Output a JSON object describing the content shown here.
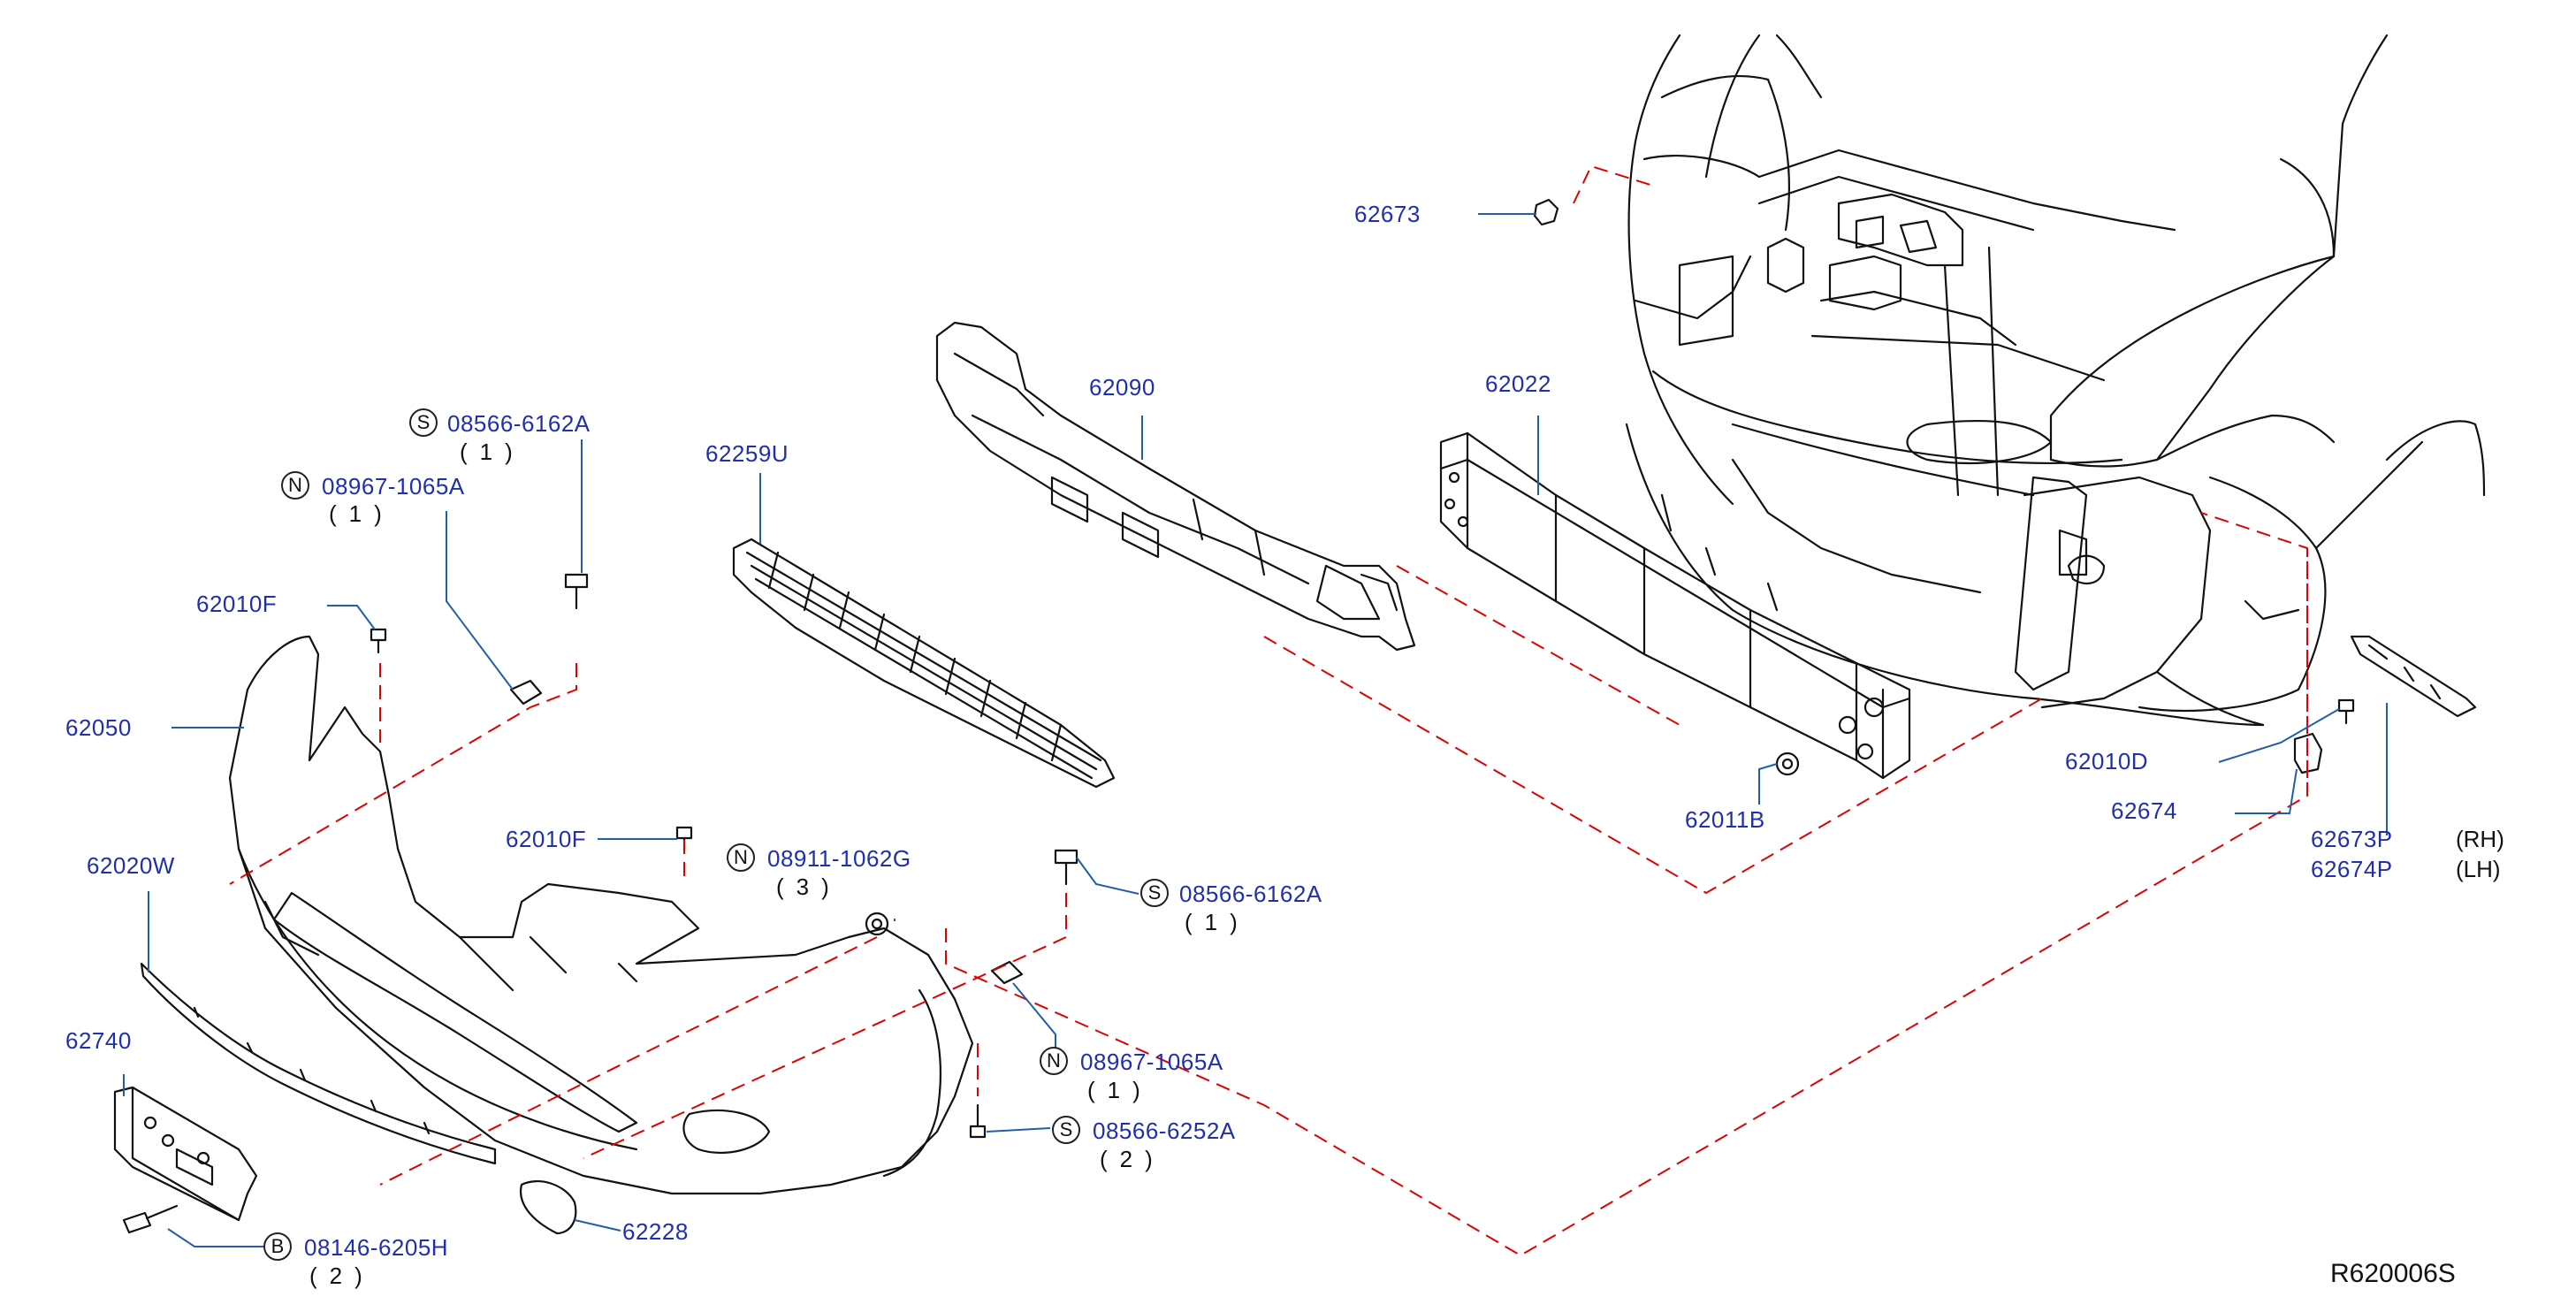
{
  "diagram_ref": "R620006S",
  "colors": {
    "label": "#1f2fb3",
    "leader": "#1f5fa8",
    "dash": "#e00000",
    "outline": "#111111"
  },
  "parts": {
    "p62673": "62673",
    "p62090": "62090",
    "p62022": "62022",
    "p62259U": "62259U",
    "p62010F_a": "62010F",
    "p62010F_b": "62010F",
    "p62050": "62050",
    "p62020W": "62020W",
    "p62740": "62740",
    "p62228": "62228",
    "p62011B": "62011B",
    "p62010D": "62010D",
    "p62674": "62674",
    "p62673P": "62673P",
    "p62674P": "62674P"
  },
  "fasteners": {
    "f1": {
      "badge": "S",
      "number": "08566-6162A",
      "qty": "(1)"
    },
    "f2": {
      "badge": "N",
      "number": "08967-1065A",
      "qty": "(1)"
    },
    "f3": {
      "badge": "N",
      "number": "08911-1062G",
      "qty": "(3)"
    },
    "f4": {
      "badge": "S",
      "number": "08566-6162A",
      "qty": "(1)"
    },
    "f5": {
      "badge": "N",
      "number": "08967-1065A",
      "qty": "(1)"
    },
    "f6": {
      "badge": "S",
      "number": "08566-6252A",
      "qty": "(2)"
    },
    "f7": {
      "badge": "B",
      "number": "08146-6205H",
      "qty": "(2)"
    }
  },
  "sides": {
    "rh": "(RH)",
    "lh": "(LH)"
  }
}
